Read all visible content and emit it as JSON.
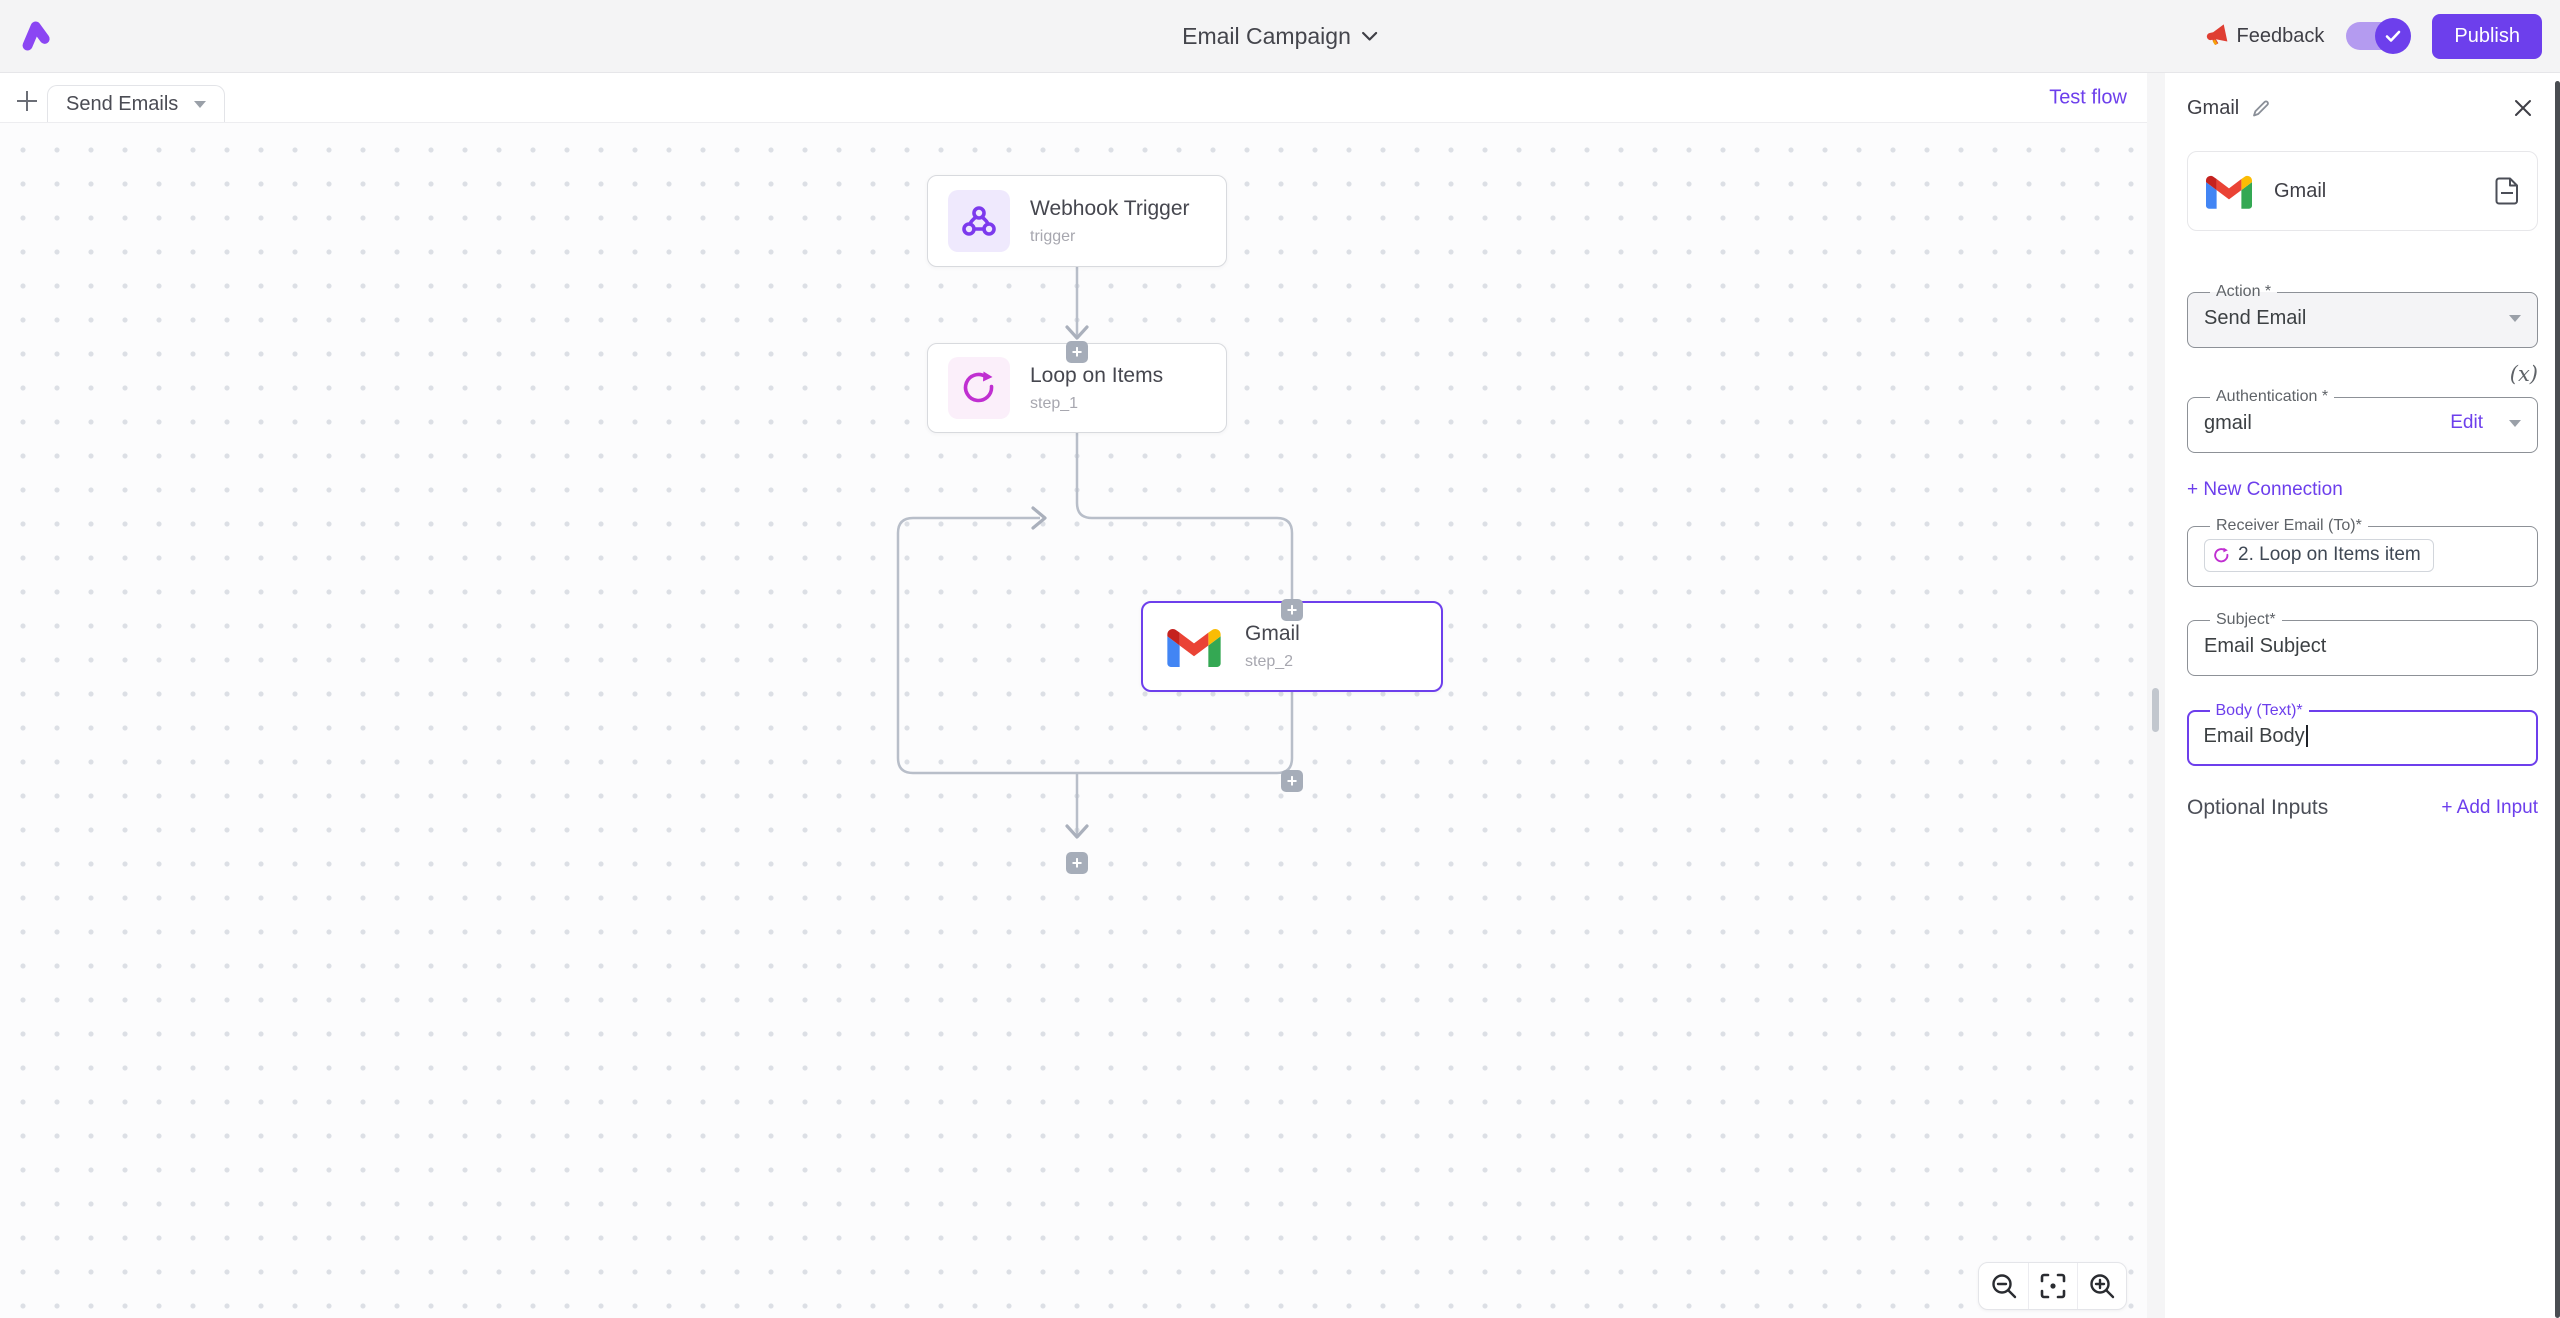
{
  "header": {
    "title": "Email Campaign",
    "feedback_label": "Feedback",
    "publish_label": "Publish"
  },
  "canvas": {
    "flow_tab_label": "Send Emails",
    "test_flow_label": "Test flow",
    "nodes": [
      {
        "title": "Webhook Trigger",
        "subtitle": "trigger"
      },
      {
        "title": "Loop on Items",
        "subtitle": "step_1"
      },
      {
        "title": "Gmail",
        "subtitle": "step_2"
      }
    ]
  },
  "panel": {
    "title": "Gmail",
    "piece_name": "Gmail",
    "action": {
      "label": "Action *",
      "value": "Send Email"
    },
    "variable_icon_label": "(x)",
    "auth": {
      "label": "Authentication *",
      "value": "gmail",
      "edit_label": "Edit"
    },
    "new_connection_label": "+ New Connection",
    "receiver": {
      "label": "Receiver Email (To)*",
      "chip_label": "2. Loop on Items item"
    },
    "subject": {
      "label": "Subject*",
      "value": "Email Subject"
    },
    "body": {
      "label": "Body (Text)*",
      "value": "Email Body"
    },
    "optional_inputs_label": "Optional Inputs",
    "add_input_label": "+ Add Input"
  },
  "colors": {
    "accent": "#6d3fec",
    "webhook_purple": "#7c3aed",
    "loop_pink": "#c02fd1",
    "gmail_red": "#ea4335",
    "connector_gray": "#b8bec9"
  }
}
